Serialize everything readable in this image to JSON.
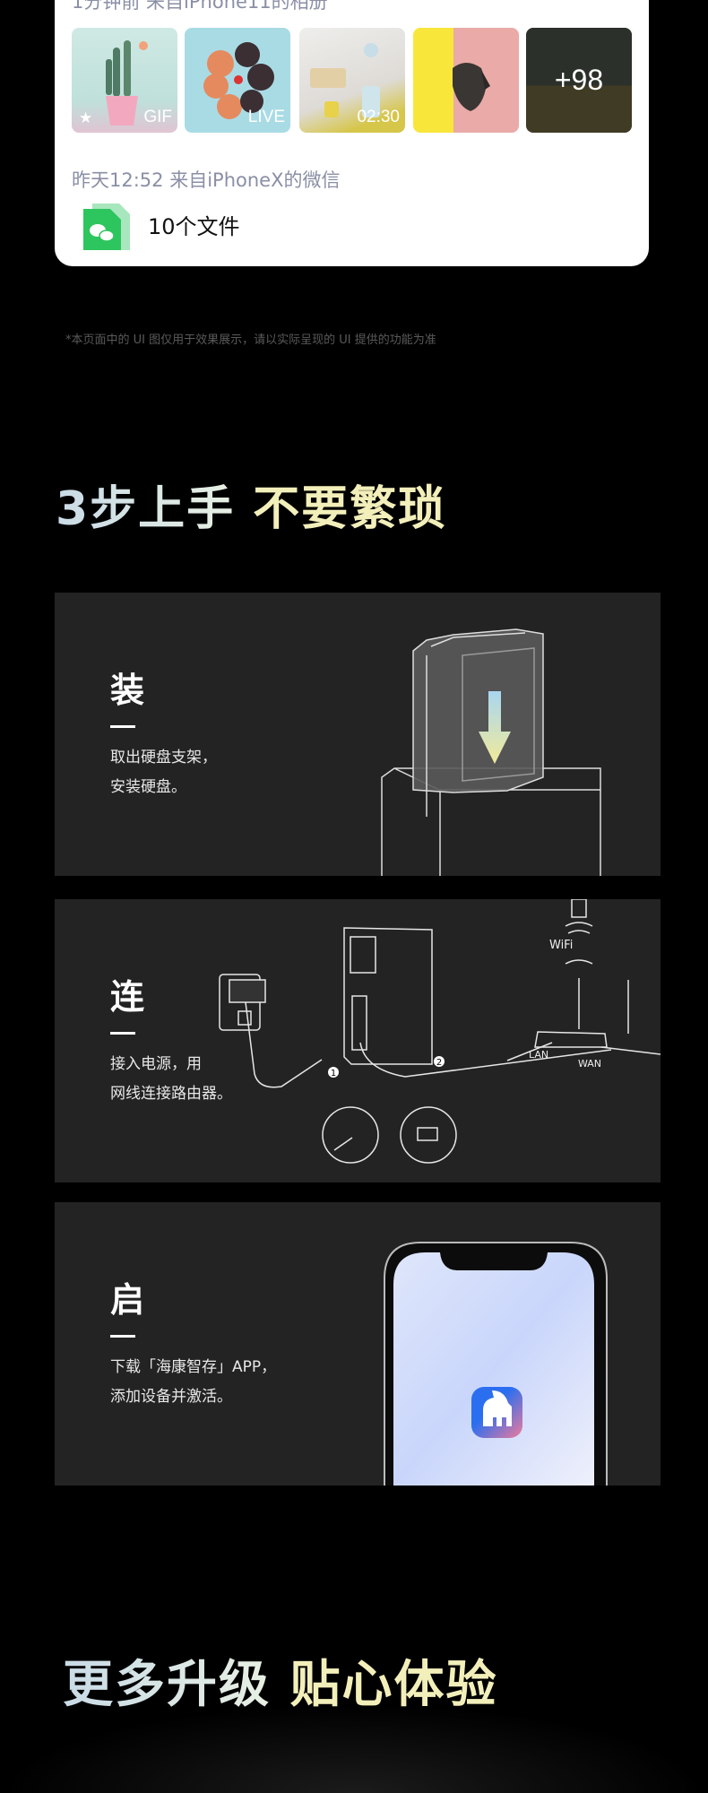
{
  "album_card": {
    "source_caption": "1分钟前   来自iPhone11的相册",
    "thumbnails": [
      {
        "label": "GIF",
        "starred": true
      },
      {
        "label": "LIVE"
      },
      {
        "label": "02:30"
      },
      {
        "label": ""
      },
      {
        "label": "+98"
      }
    ],
    "wechat_caption": "昨天12:52   来自iPhoneX的微信",
    "wechat_icon": "wechat-file-icon",
    "files_label": "10个文件"
  },
  "disclaimer": "*本页面中的 UI 图仅用于效果展示，请以实际呈现的 UI 提供的功能为准",
  "steps_heading": {
    "part1": "3步上手",
    "part2": "不要繁琐"
  },
  "steps": [
    {
      "title": "装",
      "lines": [
        "取出硬盘支架，",
        "安装硬盘。"
      ]
    },
    {
      "title": "连",
      "lines": [
        "接入电源，用",
        "网线连接路由器。"
      ],
      "labels": {
        "wifi": "WiFi",
        "lan": "LAN",
        "wan": "WAN",
        "step1": "1",
        "step2": "2"
      }
    },
    {
      "title": "启",
      "lines": [
        "下载「海康智存」APP，",
        "添加设备并激活。"
      ]
    }
  ],
  "more_heading": {
    "part1": "更多升级",
    "part2": "贴心体验"
  },
  "colors": {
    "heading_yellow": "#f3efba",
    "card_bg": "#232323",
    "wechat_green": "#2dc55e",
    "app_blue": "#2b6ff0"
  }
}
